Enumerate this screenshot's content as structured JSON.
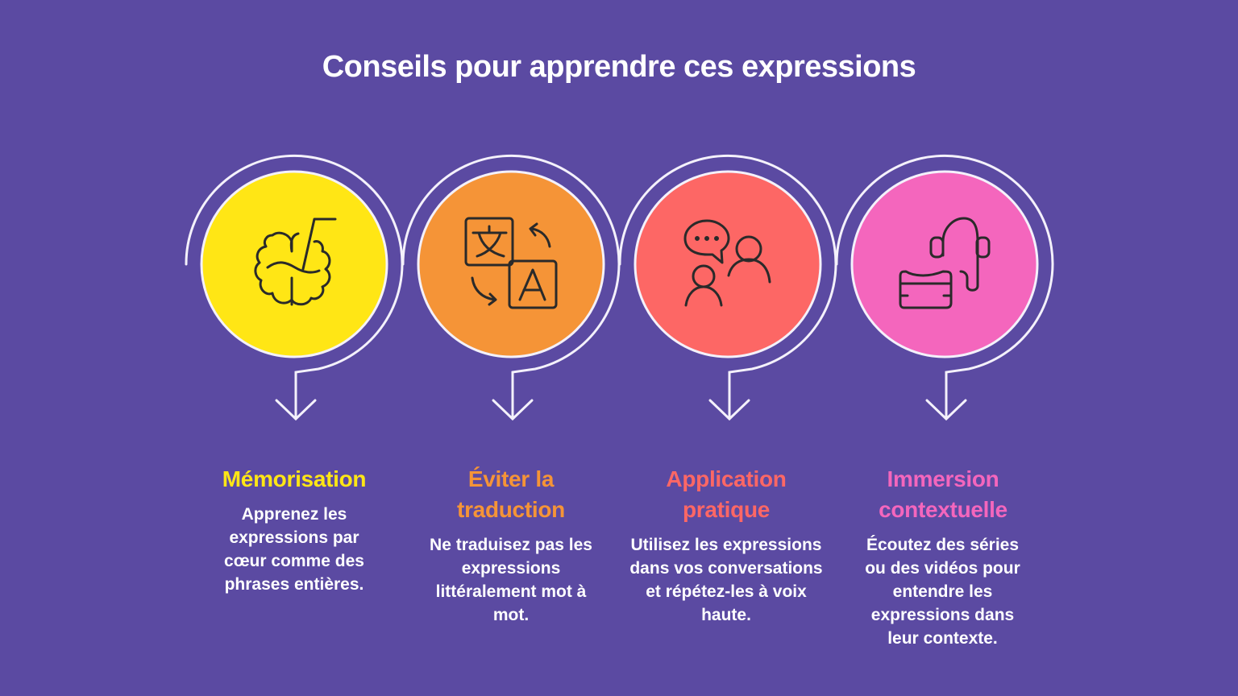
{
  "title": "Conseils pour apprendre ces expressions",
  "colors": {
    "background": "#5b4aa2",
    "line": "#f4f1fb",
    "icon_stroke": "#2a2a2a"
  },
  "steps": [
    {
      "heading": "Mémorisation",
      "description": "Apprenez les expressions par cœur comme des phrases entières.",
      "icon": "brain-icon",
      "color": "#ffe615"
    },
    {
      "heading": "Éviter la traduction",
      "description": "Ne traduisez pas les expressions littéralement mot à mot.",
      "icon": "translate-icon",
      "color": "#f59437"
    },
    {
      "heading": "Application pratique",
      "description": "Utilisez les expressions dans vos conversations et répétez-les à voix haute.",
      "icon": "conversation-icon",
      "color": "#fd6765"
    },
    {
      "heading": "Immersion contextuelle",
      "description": "Écoutez des séries ou des vidéos pour entendre les expressions dans leur contexte.",
      "icon": "vr-headset-icon",
      "color": "#f466bd"
    }
  ]
}
